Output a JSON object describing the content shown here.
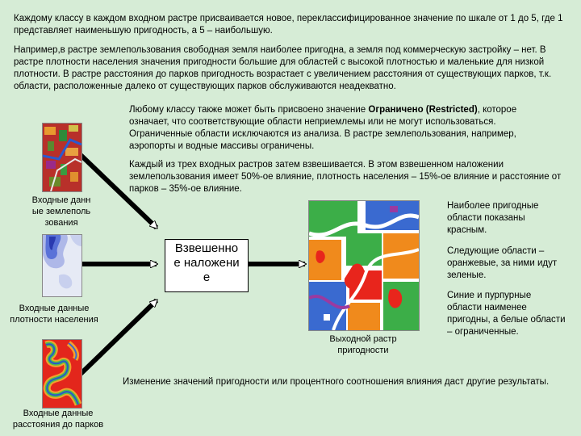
{
  "intro": {
    "p1": "Каждому классу в каждом входном растре присваивается новое, переклассифицированное значение по шкале от 1 до 5, где 1 представляет наименьшую пригодность, а 5 – наибольшую.",
    "p2": "Например,в растре землепользования свободная земля наиболее пригодна, а земля под коммерческую застройку – нет. В растре плотности населения значения пригодности большие для областей с высокой плотностью и маленькие для низкой плотности. В растре расстояния до парков пригодность возрастает с увеличением расстояния от существующих парков, т.к. области, расположенные далеко от существующих парков обслуживаются неадекватно."
  },
  "restricted": {
    "before": "Любому классу также может быть присвоено значение ",
    "bold": "Ограничено (Restricted)",
    "after": ", которое означает, что соответствующие области неприемлемы или не могут использоваться. Ограниченные области исключаются из анализа. В растре землепользования, например, аэропорты и водные массивы ограничены."
  },
  "weights_text": "Каждый из трех входных растров затем взвешивается. В этом взвешенном наложении землепользования имеет 50%-ое влияние, плотность населения – 15%-ое влияние и расстояние от парков – 35%-ое влияние.",
  "inputs": {
    "landuse": "Входные данные землепользования",
    "density": "Входные данные плотности населения",
    "parks": "Входные данные расстояния до парков"
  },
  "overlay_box": "Взвешенное наложение",
  "output_caption": "Выходной растр пригодности",
  "legend": {
    "l1": "Наиболее пригодные области показаны красным.",
    "l2": "Следующие области – оранжевые, за ними идут зеленые.",
    "l3": "Синие и пурпурные области наименее пригодны, а белые области – ограниченные."
  },
  "footer": "Изменение значений пригодности или процентного соотношения влияния даст другие результаты.",
  "colors": {
    "background": "#d6ecd6",
    "most_suitable": "#e8251c",
    "next": "#f08a1c",
    "green": "#3cae48",
    "least": "#3a6ad0",
    "restricted": "#ffffff"
  }
}
